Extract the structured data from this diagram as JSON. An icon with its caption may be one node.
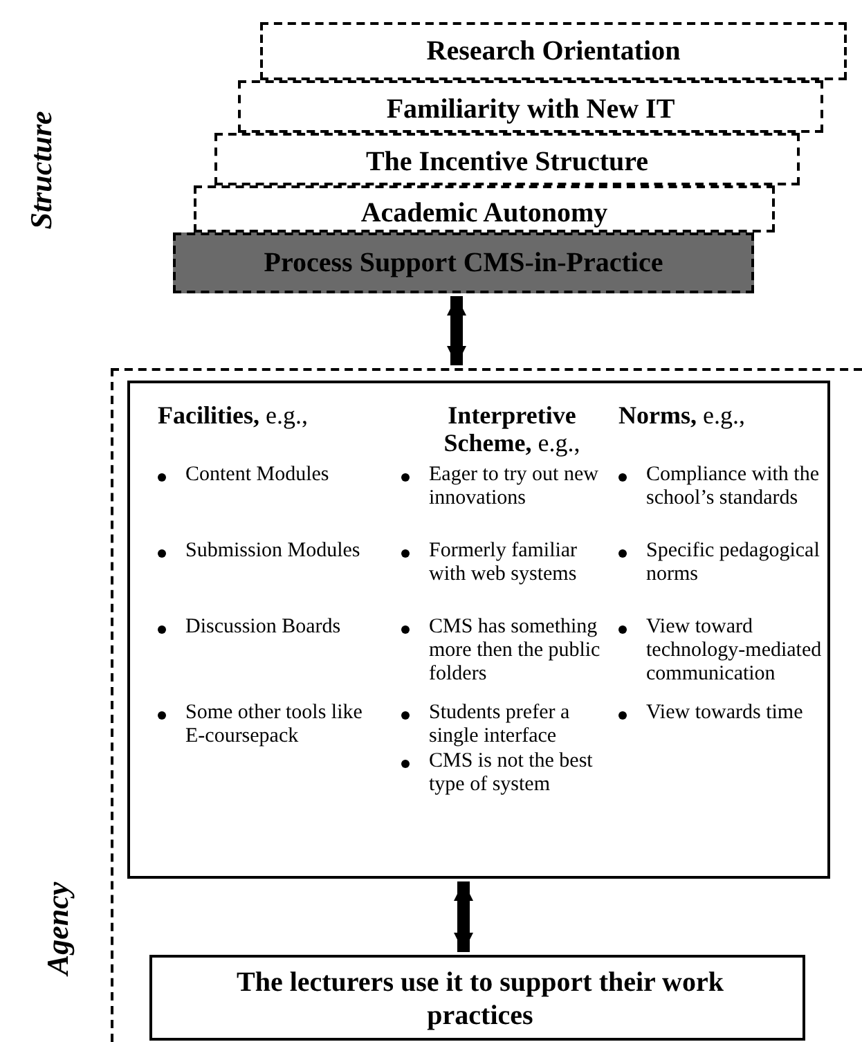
{
  "diagram": {
    "nodes": [
      {
        "text": [
          "Research Orientation"
        ]
      },
      {
        "text": [
          "Familiarity with New IT"
        ]
      },
      {
        "text": [
          "The Incentive Structure"
        ]
      },
      {
        "text": [
          "Academic Autonomy"
        ]
      },
      {
        "text": [
          "Process Support CMS-in-Practice"
        ]
      },
      {
        "text": [
          "Agency"
        ]
      },
      {
        "text": [
          "**Facilities,** e.g.,",
          "Content Modules",
          "Submission Modules",
          "Discussion Boards",
          "Some other tools like E-coursepack",
          "**Interpretive Scheme,** e.g.,",
          "Eager to try out new innovations",
          "Formerly familiar with web systems",
          "CMS has something more then the public folders",
          "Students prefer a single interface",
          "CMS is not the best type of system",
          "**Norms,** e.g.,",
          "Compliance with the school’s standards",
          "Specific pedagogical norms",
          "View toward technology-mediated communication",
          "View towards time"
        ],
        "in": 5
      },
      {
        "text": [
          "The lecturers use it to support their work practices"
        ],
        "in": 5
      }
    ],
    "edges": [
      {
        "from": 4,
        "to": 5,
        "arrow": "both"
      },
      {
        "from": 6,
        "to": 7,
        "arrow": "both"
      }
    ],
    "labels": [
      "Structure"
    ]
  }
}
